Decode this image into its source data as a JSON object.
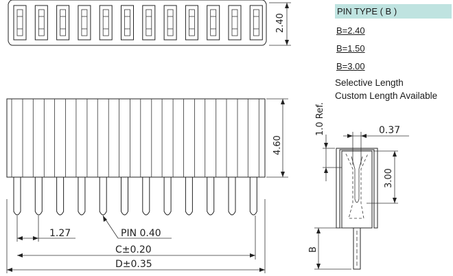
{
  "pin_type_panel": {
    "header": "PIN TYPE ( B )",
    "options": [
      "B=2.40",
      "B=1.50",
      "B=3.00"
    ],
    "notes": [
      "Selective Length",
      "Custom Length Available"
    ]
  },
  "top_view": {
    "height_dim": "2.40"
  },
  "front_view": {
    "body_height_dim": "4.60",
    "pitch_dim": "1.27",
    "pin_label": "PIN  0.40",
    "c_dim": "C±0.20",
    "d_dim": "D±0.35"
  },
  "side_view": {
    "ref_dim": "1.0  Ref.",
    "width_dim": "0.37",
    "contact_dim": "3.00",
    "b_label": "B"
  }
}
